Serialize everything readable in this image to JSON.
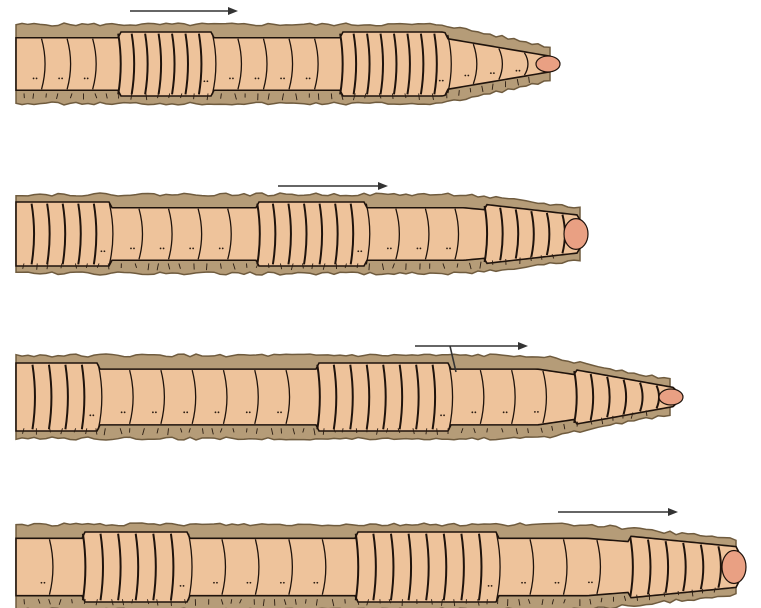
{
  "figure": {
    "panels": [
      {
        "id": "stage-1",
        "arrow": "direction-of-movement",
        "segments_contracted": [
          3,
          5
        ],
        "tip": "pointed"
      },
      {
        "id": "stage-2",
        "arrow": "direction-of-movement",
        "segments_contracted": [
          0,
          2,
          4
        ],
        "tip": "blunt"
      },
      {
        "id": "stage-3",
        "arrow": "direction-of-movement",
        "segments_contracted": [
          0,
          3,
          5
        ],
        "tip": "pointed"
      },
      {
        "id": "stage-4",
        "arrow": "direction-of-movement",
        "segments_contracted": [
          1,
          3,
          5
        ],
        "tip": "blunt"
      }
    ],
    "colors": {
      "body": "#eec39b",
      "body_light": "#f6d6b4",
      "body_dark": "#dba37f",
      "segment_line": "#1f130c",
      "tunnel": "#b59c78",
      "tunnel_dark": "#6f5b3e",
      "tip": "#e9a083",
      "arrow": "#333333",
      "bristle": "#2a1c12"
    }
  }
}
